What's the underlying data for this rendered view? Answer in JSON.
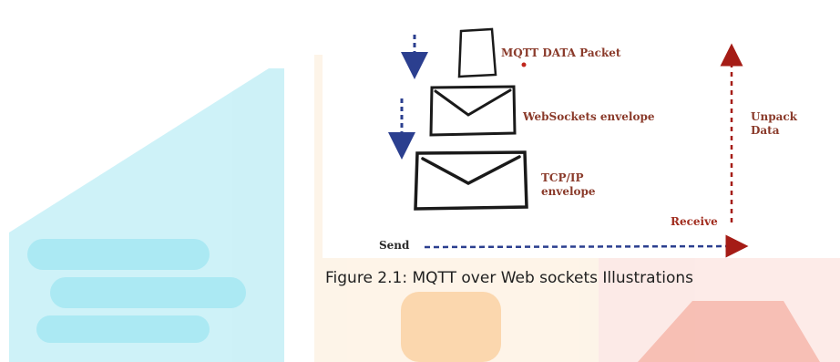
{
  "diagram": {
    "labels": {
      "mqtt_packet": "MQTT DATA Packet",
      "websockets_envelope": "WebSockets envelope",
      "tcpip_envelope": "TCP/IP\nenvelope",
      "unpack_data": "Unpack\nData",
      "receive": "Receive",
      "send": "Send"
    },
    "caption": "Figure 2.1: MQTT over Web sockets Illustrations"
  },
  "colors": {
    "label_dark": "#8a3a2a",
    "label_red": "#a12d1f",
    "arrow_blue": "#2b3f8f",
    "arrow_red": "#a51c16",
    "ink": "#1a1a1a",
    "watermark_cyan": "#4fd0e6",
    "watermark_orange": "#f8c68a",
    "watermark_red": "#f4a59a"
  }
}
